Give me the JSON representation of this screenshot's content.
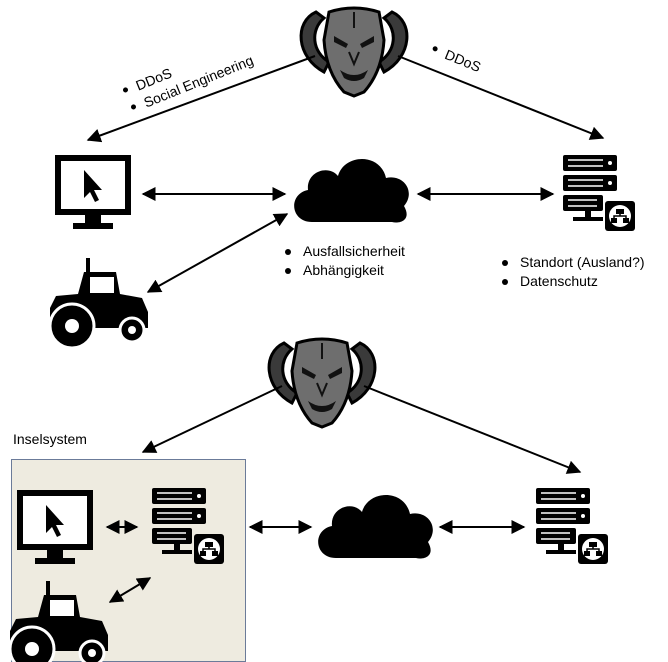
{
  "top": {
    "attacker_left_bullets": [
      "DDoS",
      "Social Engineering"
    ],
    "attacker_right_bullet": "DDoS",
    "cloud_bullets": [
      "Ausfallsicherheit",
      "Abhängigkeit"
    ],
    "server_bullets": [
      "Standort (Ausland?)",
      "Datenschutz"
    ]
  },
  "bottom": {
    "island_label": "Inselsystem"
  },
  "icons": {
    "attacker": "demon-mask-icon",
    "computer": "computer-monitor-icon",
    "tractor": "tractor-icon",
    "cloud": "cloud-icon",
    "server": "server-rack-icon"
  },
  "colors": {
    "island_background": "#eeebe0",
    "island_border": "#6b7b99"
  }
}
